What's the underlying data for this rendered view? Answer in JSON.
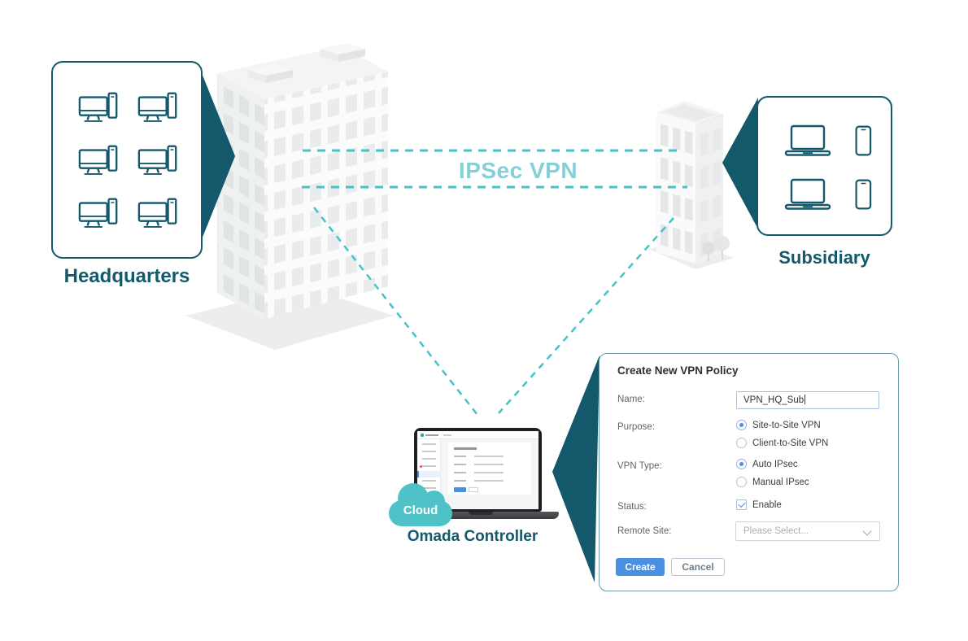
{
  "colors": {
    "brand_teal_dark": "#14586C",
    "dashed_line_teal": "#43C3C8",
    "vpn_text_teal": "#85D0D8",
    "cloud_badge_teal": "#4FC2C8",
    "accent_blue": "#4A90E2"
  },
  "diagram": {
    "vpn_link_label": "IPSec VPN",
    "headquarters_label": "Headquarters",
    "subsidiary_label": "Subsidiary",
    "controller_label": "Omada Controller",
    "cloud_badge_label": "Cloud"
  },
  "dialog": {
    "title": "Create New VPN Policy",
    "name": {
      "label": "Name:",
      "value": "VPN_HQ_Sub"
    },
    "purpose": {
      "label": "Purpose:",
      "options": [
        {
          "label": "Site-to-Site VPN",
          "selected": true
        },
        {
          "label": "Client-to-Site VPN",
          "selected": false
        }
      ]
    },
    "vpn_type": {
      "label": "VPN Type:",
      "options": [
        {
          "label": "Auto IPsec",
          "selected": true
        },
        {
          "label": "Manual IPsec",
          "selected": false
        }
      ]
    },
    "status": {
      "label": "Status:",
      "option_label": "Enable",
      "checked": true
    },
    "remote_site": {
      "label": "Remote Site:",
      "placeholder": "Please Select..."
    },
    "buttons": {
      "create": "Create",
      "cancel": "Cancel"
    }
  }
}
